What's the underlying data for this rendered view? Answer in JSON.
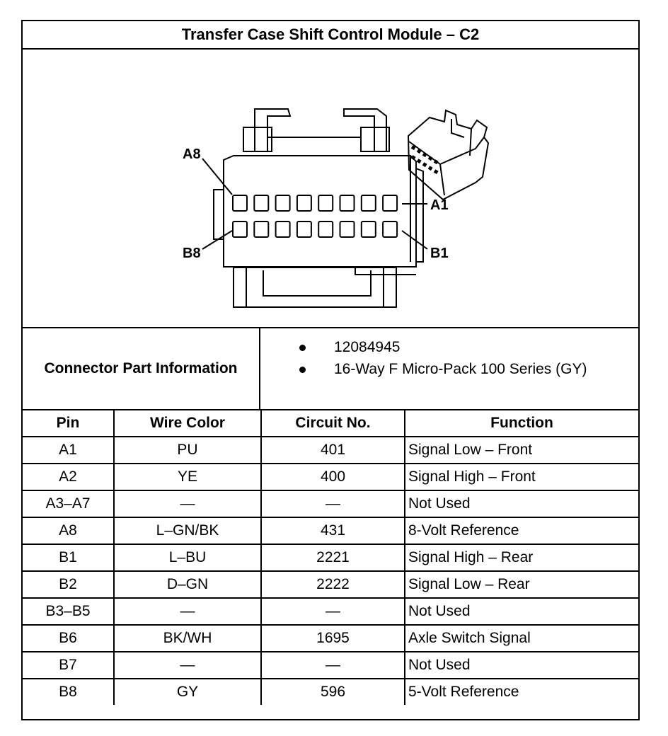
{
  "title": "Transfer Case Shift Control Module – C2",
  "diagram": {
    "labels": {
      "a8": "A8",
      "a1": "A1",
      "b8": "B8",
      "b1": "B1"
    }
  },
  "connector_info": {
    "label": "Connector Part Information",
    "items": [
      "12084945",
      "16-Way F Micro-Pack 100 Series (GY)"
    ]
  },
  "table": {
    "headers": [
      "Pin",
      "Wire Color",
      "Circuit No.",
      "Function"
    ],
    "rows": [
      [
        "A1",
        "PU",
        "401",
        "Signal Low – Front"
      ],
      [
        "A2",
        "YE",
        "400",
        "Signal High – Front"
      ],
      [
        "A3–A7",
        "—",
        "—",
        "Not Used"
      ],
      [
        "A8",
        "L–GN/BK",
        "431",
        "8-Volt Reference"
      ],
      [
        "B1",
        "L–BU",
        "2221",
        "Signal High – Rear"
      ],
      [
        "B2",
        "D–GN",
        "2222",
        "Signal Low – Rear"
      ],
      [
        "B3–B5",
        "—",
        "—",
        "Not Used"
      ],
      [
        "B6",
        "BK/WH",
        "1695",
        "Axle Switch Signal"
      ],
      [
        "B7",
        "—",
        "—",
        "Not Used"
      ],
      [
        "B8",
        "GY",
        "596",
        "5-Volt Reference"
      ]
    ]
  }
}
